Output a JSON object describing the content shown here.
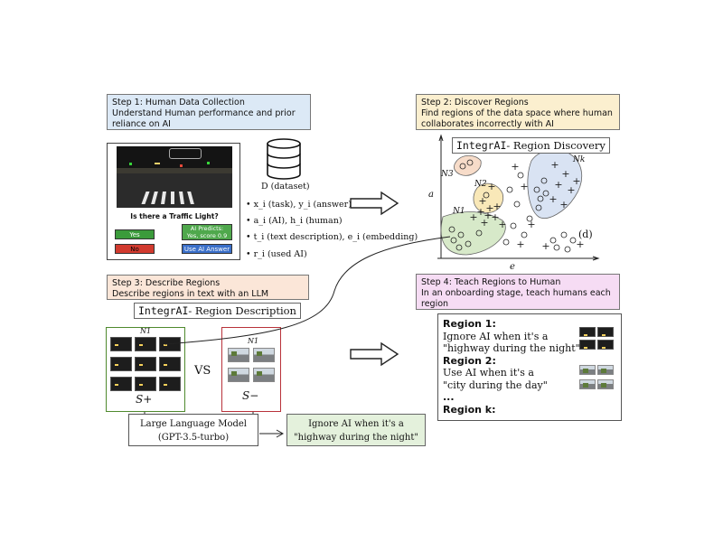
{
  "step1": {
    "title": "Step 1: Human Data Collection",
    "desc1": "Understand Human performance and prior",
    "desc2": "reliance on AI"
  },
  "step2": {
    "title": "Step 2: Discover Regions",
    "desc1": "Find regions of the data space where human",
    "desc2": "collaborates incorrectly with AI"
  },
  "step3": {
    "title": "Step 3: Describe Regions",
    "desc1": "Describe regions in text with an LLM"
  },
  "step4": {
    "title": "Step 4: Teach Regions to Human",
    "desc1": "In an onboarding stage, teach humans each",
    "desc2": "region"
  },
  "task_ui": {
    "question": "Is there a Traffic Light?",
    "yes": "Yes",
    "no": "No",
    "ai_predicts": "AI Predicts:",
    "ai_score": "Yes, score 0.9",
    "use_ai": "Use AI Answer"
  },
  "dataset": {
    "label": "D (dataset)"
  },
  "bullets": [
    "x_i (task), y_i (answer)",
    "a_i (AI), h_i (human)",
    "t_i (text description), e_i (embedding)",
    "r_i (used AI)"
  ],
  "discovery": {
    "title_mono": "IntegrAI",
    "title_rest": "- Region Discovery",
    "x_axis": "e",
    "y_axis": "a",
    "regions": [
      "N3",
      "N2",
      "N1",
      "Nk"
    ],
    "mark": "(d)"
  },
  "description": {
    "title_mono": "IntegrAI",
    "title_rest": "- Region Description",
    "vs": "VS",
    "s_plus": "S+",
    "s_minus": "S−",
    "n1": "N1"
  },
  "llm": {
    "line1": "Large Language  Model",
    "line2": "(GPT-3.5-turbo)"
  },
  "llm_output": {
    "line1": "Ignore AI when it's a",
    "line2": "\"highway during the night\""
  },
  "teach": {
    "r1_title": "Region 1:",
    "r1_l1": "Ignore AI when it's a",
    "r1_l2": "\"highway during the night\"",
    "r2_title": "Region 2:",
    "r2_l1": "Use AI when it's a",
    "r2_l2": "\"city during the day\"",
    "dots": "...",
    "rk_title": "Region k:"
  },
  "colors": {
    "step1_bg": "#dce9f6",
    "step2_bg": "#fbefcf",
    "step3_bg": "#fbe6d8",
    "step4_bg": "#f6dcf4",
    "yes_green": "#3b9b3b",
    "no_red": "#d13a2e",
    "use_ai_blue": "#3a6fc9",
    "ai_pred_green": "#4fa84c",
    "splus_border": "#4f8a2e",
    "sminus_border": "#b8323a",
    "output_bg": "#e4f1dc"
  }
}
